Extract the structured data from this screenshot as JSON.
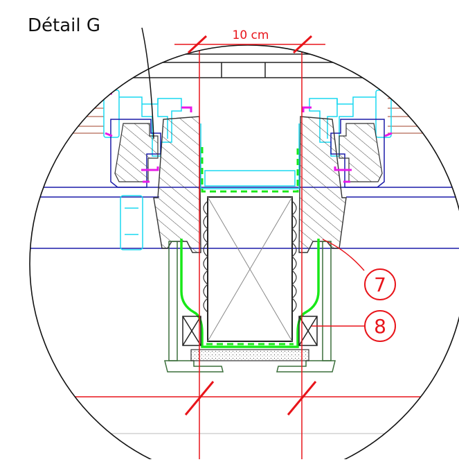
{
  "title": "Détail G",
  "dimension": {
    "label": "10 cm"
  },
  "callouts": [
    {
      "number": "7"
    },
    {
      "number": "8"
    }
  ],
  "colors": {
    "dimension": "#e8141a",
    "outline_blue": "#1a1aa8",
    "profile_cyan": "#18d8f0",
    "seal_green": "#18e818",
    "frame_green": "#3a6e3a",
    "gasket_magenta": "#e818e8",
    "glazing_brown": "#c08070",
    "hatch": "#444444"
  }
}
